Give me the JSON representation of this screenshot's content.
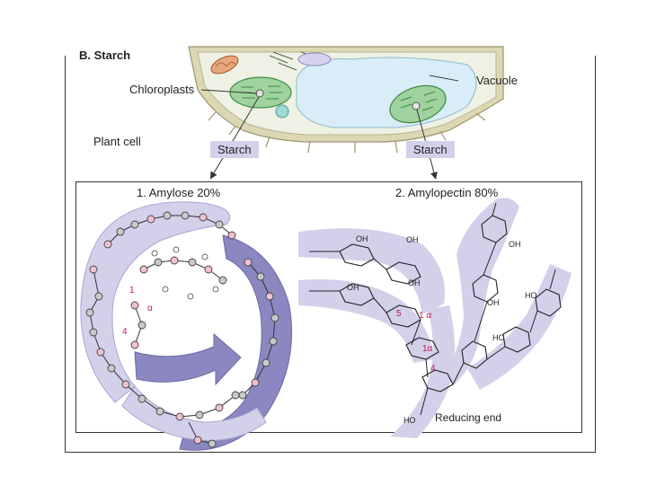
{
  "header": {
    "title": "B. Starch"
  },
  "cell": {
    "chloroplasts_label": "Chloroplasts",
    "vacuole_label": "Vacuole",
    "plant_cell_label": "Plant cell",
    "starch_left": "Starch",
    "starch_right": "Starch"
  },
  "panels": {
    "amylose_title": "1. Amylose 20%",
    "amylopectin_title": "2. Amylopectin 80%"
  },
  "amylose": {
    "label_1": "1",
    "label_alpha": "α",
    "label_4": "4"
  },
  "amylopectin": {
    "oh_1": "OH",
    "oh_2": "OH",
    "oh_3": "OH",
    "oh_4": "OH",
    "oh_5": "OH",
    "oh_6": "OH",
    "ho_1": "HO",
    "ho_2": "HO",
    "ho_3": "HO",
    "label_5": "5",
    "label_1a_top": "1 α",
    "label_1a_mid": "1α",
    "label_4": "4",
    "reducing_end": "Reducing end"
  },
  "colors": {
    "lavender": "#d3d0ea",
    "ribbon_dark": "#8b87c0",
    "pink_atom": "#f2bfd0",
    "grey_atom": "#c9c9c9",
    "cell_wall": "#ddd8b4",
    "vacuole": "#d8edf7",
    "chloroplast": "#9fd29c",
    "magenta": "#c2185b"
  }
}
